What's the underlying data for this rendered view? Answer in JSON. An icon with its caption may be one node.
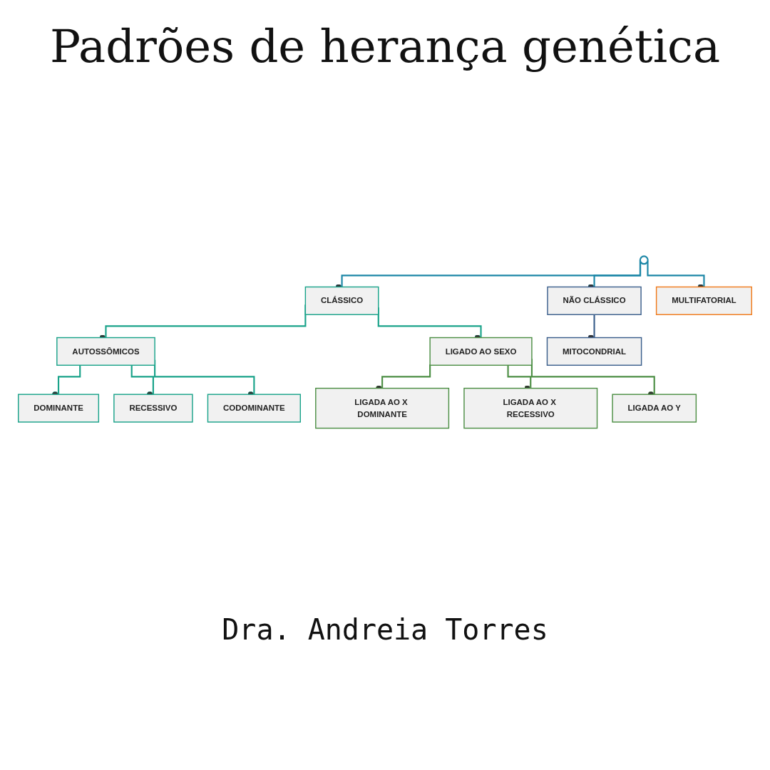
{
  "diagram": {
    "title": "Padrões de herança genética",
    "caption": "Dra. Andreia Torres",
    "nodes": [
      {
        "text": [],
        "shape": "circle"
      },
      {
        "text": [
          "CLÁSSICO"
        ]
      },
      {
        "text": [
          "NÃO CLÁSSICO"
        ]
      },
      {
        "text": [
          "MULTIFATORIAL"
        ]
      },
      {
        "text": [
          "AUTOSSÔMICOS"
        ]
      },
      {
        "text": [
          "LIGADO AO SEXO"
        ]
      },
      {
        "text": [
          "MITOCONDRIAL"
        ]
      },
      {
        "text": [
          "DOMINANTE"
        ]
      },
      {
        "text": [
          "RECESSIVO"
        ]
      },
      {
        "text": [
          "CODOMINANTE"
        ]
      },
      {
        "text": [
          "LIGADA AO X DOMINANTE"
        ]
      },
      {
        "text": [
          "LIGADA AO X RECESSIVO"
        ]
      },
      {
        "text": [
          "LIGADA AO Y"
        ]
      }
    ],
    "edges": [
      {
        "from": 0,
        "to": 1,
        "arrow": "other",
        "color": "#1b86a6"
      },
      {
        "from": 0,
        "to": 2,
        "arrow": "other",
        "color": "#1b86a6"
      },
      {
        "from": 0,
        "to": 3,
        "arrow": "other",
        "color": "#1b86a6"
      },
      {
        "from": 1,
        "to": 4,
        "arrow": "other"
      },
      {
        "from": 1,
        "to": 5,
        "arrow": "other"
      },
      {
        "from": 2,
        "to": 6,
        "arrow": "other",
        "color": "#3b5f8c"
      },
      {
        "from": 4,
        "to": 7,
        "arrow": "other"
      },
      {
        "from": 4,
        "to": 8,
        "arrow": "other"
      },
      {
        "from": 4,
        "to": 9,
        "arrow": "other"
      },
      {
        "from": 5,
        "to": 10,
        "arrow": "other",
        "color": "#4d8f45"
      },
      {
        "from": 5,
        "to": 11,
        "arrow": "other",
        "color": "#4d8f45"
      },
      {
        "from": 5,
        "to": 12,
        "arrow": "other",
        "color": "#4d8f45"
      }
    ]
  }
}
